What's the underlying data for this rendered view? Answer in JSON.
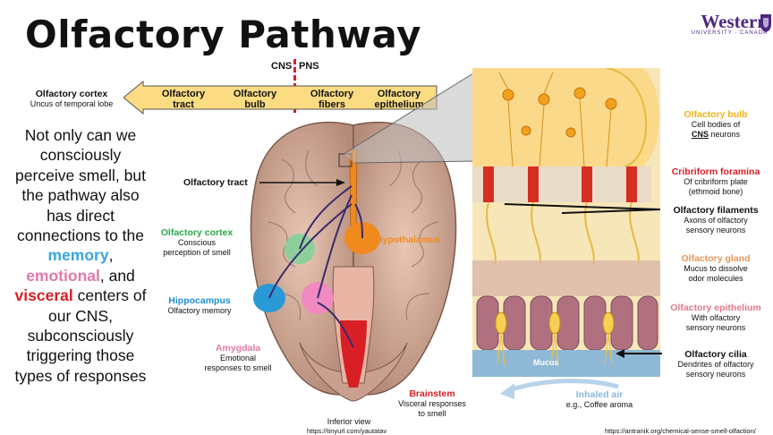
{
  "title": "Olfactory Pathway",
  "logo": {
    "name": "Western",
    "subtitle": "UNIVERSITY · CANADA"
  },
  "divider": {
    "left": "CNS",
    "right": "PNS"
  },
  "arrow_bar": {
    "cortex_title": "Olfactory cortex",
    "cortex_sub": "Uncus of temporal lobe",
    "items": [
      {
        "line1": "Olfactory",
        "line2": "tract"
      },
      {
        "line1": "Olfactory",
        "line2": "bulb"
      },
      {
        "line1": "Olfactory",
        "line2": "fibers"
      },
      {
        "line1": "Olfactory",
        "line2": "epithelium"
      }
    ]
  },
  "body_text": {
    "part1": "Not only can we consciously perceive smell, but the pathway also has direct connections to the",
    "memory": "memory",
    "comma": ",",
    "emotional": "emotional",
    "and": ", and",
    "visceral": "visceral",
    "part2": "centers of our CNS, subconsciously triggering those types of responses"
  },
  "brain_labels": {
    "tract": "Olfactory tract",
    "cortex_title": "Olfactory cortex",
    "cortex_sub1": "Conscious",
    "cortex_sub2": "perception of smell",
    "hippo_title": "Hippocampus",
    "hippo_sub": "Olfactory memory",
    "amyg_title": "Amygdala",
    "amyg_sub1": "Emotional",
    "amyg_sub2": "responses to smell",
    "hypothalamus": "Hypothalamus",
    "brainstem_title": "Brainstem",
    "brainstem_sub1": "Visceral responses",
    "brainstem_sub2": "to smell",
    "inferior": "Inferior view",
    "url1": "https://tinyurl.com/yautatav"
  },
  "right_labels": {
    "bulb_title": "Olfactory bulb",
    "bulb_sub1": "Cell bodies of",
    "bulb_sub2_a": "CNS",
    "bulb_sub2_b": " neurons",
    "crib_title": "Cribriform foramina",
    "crib_sub1": "Of cribriform plate",
    "crib_sub2": "(ethmoid bone)",
    "fil_title": "Olfactory filaments",
    "fil_sub1": "Axons of olfactory",
    "fil_sub2": "sensory neurons",
    "gland_title": "Olfactory gland",
    "gland_sub1": "Mucus to dissolve",
    "gland_sub2": "odor molecules",
    "epi_title": "Olfactory epithelium",
    "epi_sub1": "With olfactory",
    "epi_sub2": "sensory neurons",
    "cilia_title": "Olfactory cilia",
    "cilia_sub1": "Dendrites of olfactory",
    "cilia_sub2": "sensory neurons",
    "mucus": "Mucus",
    "inhaled_title": "Inhaled air",
    "inhaled_sub": "e.g., Coffee aroma",
    "url2": "https://antranik.org/chemical-sense-smell-olfaction/"
  },
  "colors": {
    "arrow_fill": "#fbdc83",
    "divider": "#d91f26",
    "bulb_label": "#f2b21b",
    "crib_label": "#d91f26",
    "gland_label": "#e8965c",
    "epi_label": "#e07a8a",
    "cortex_label": "#2aa84a",
    "hippo_label": "#1f8fd6",
    "amyg_label": "#e07aa8",
    "hypo_label": "#f08a1e",
    "brainstem_label": "#d91f26",
    "inhaled_label": "#8ab6dc",
    "western": "#4f2683"
  }
}
